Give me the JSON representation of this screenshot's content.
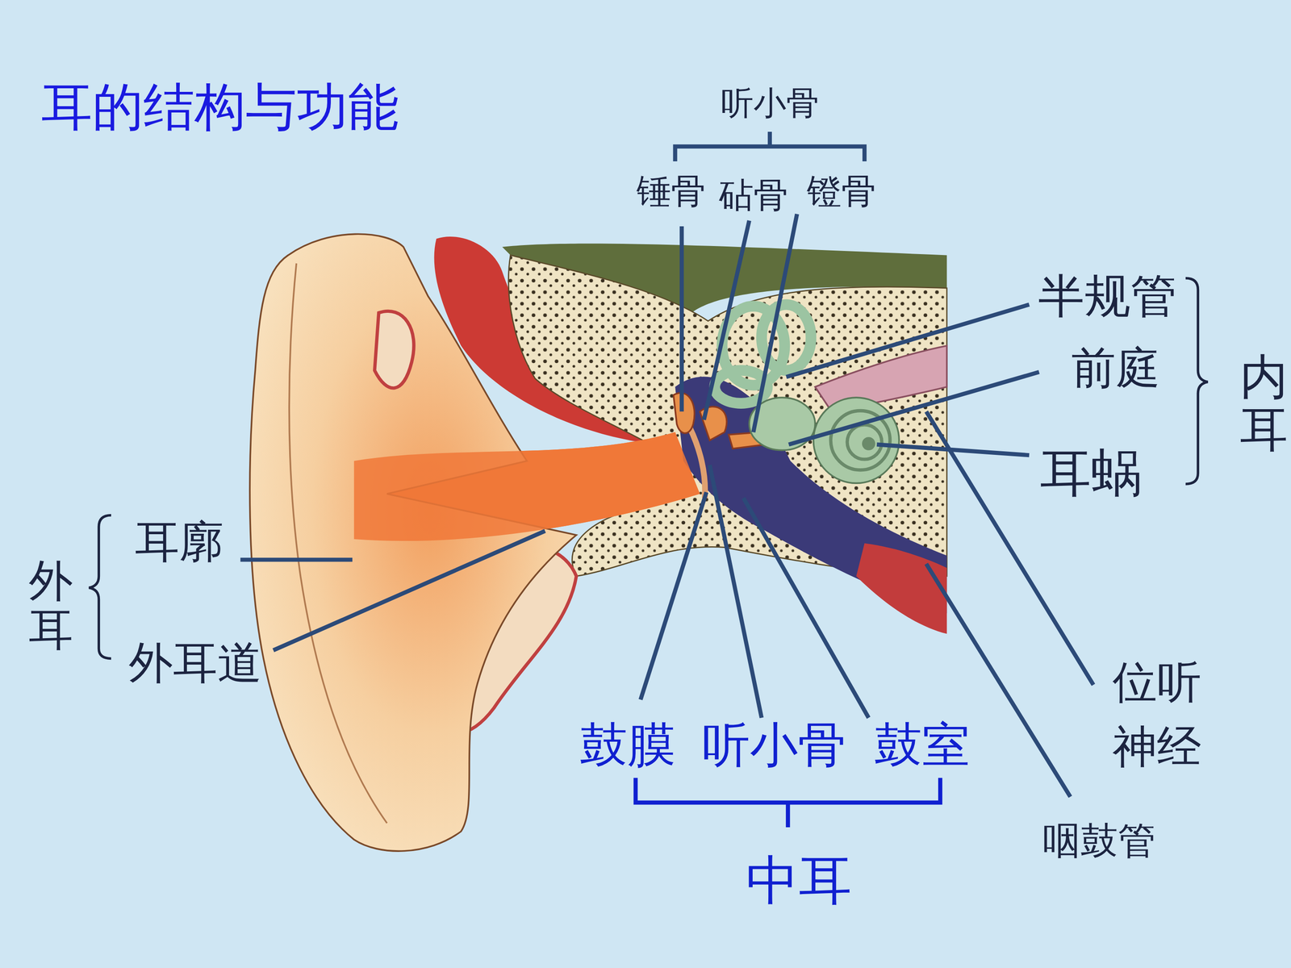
{
  "diagram": {
    "title": "耳的结构与功能",
    "labels": [
      "听小骨",
      "锤骨",
      "砧骨",
      "镫骨",
      "半规管",
      "前庭",
      "内耳",
      "耳蜗",
      "外耳",
      "耳廓",
      "外耳道",
      "鼓膜",
      "听小骨",
      "鼓室",
      "中耳",
      "位听 神经",
      "咽鼓管"
    ]
  }
}
